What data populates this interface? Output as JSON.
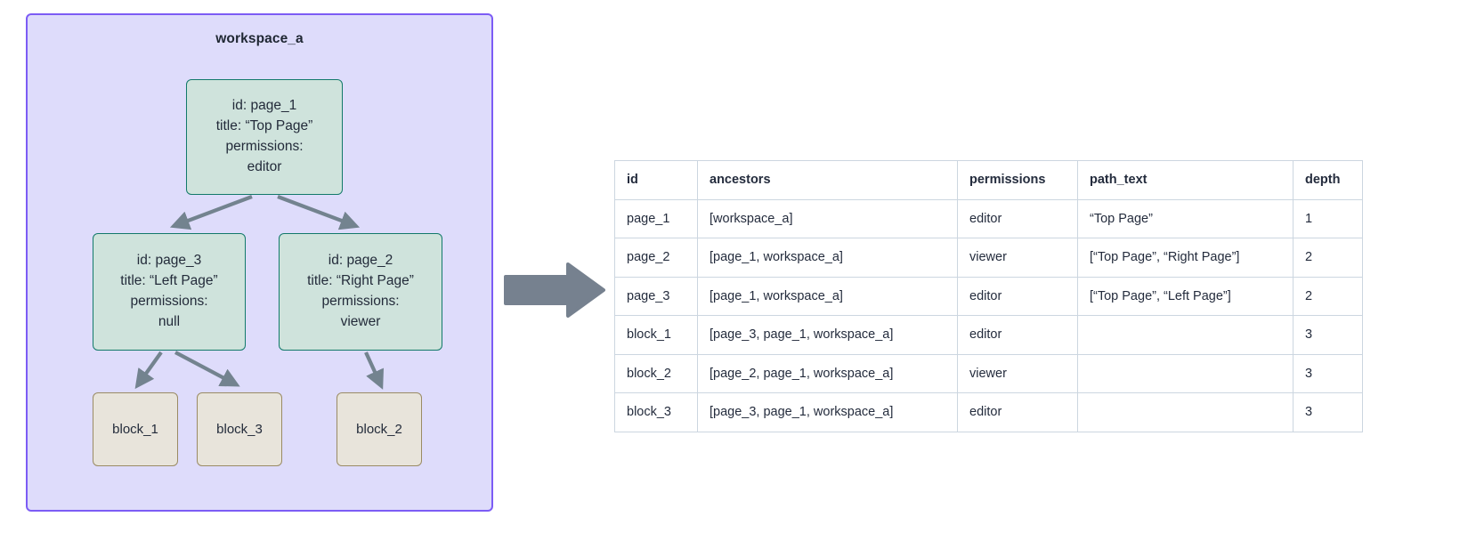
{
  "workspace": {
    "title": "workspace_a",
    "border_color": "#7c5cf5",
    "fill_color": "#dedcfb",
    "nodes": [
      {
        "key": "page_1",
        "type": "page",
        "lines": [
          "id: page_1",
          "title: “Top Page”",
          "permissions:",
          "editor"
        ]
      },
      {
        "key": "page_3",
        "type": "page",
        "lines": [
          "id: page_3",
          "title: “Left Page”",
          "permissions:",
          "null"
        ]
      },
      {
        "key": "page_2",
        "type": "page",
        "lines": [
          "id: page_2",
          "title: “Right Page”",
          "permissions:",
          "viewer"
        ]
      },
      {
        "key": "block_1",
        "type": "block",
        "lines": [
          "block_1"
        ]
      },
      {
        "key": "block_3",
        "type": "block",
        "lines": [
          "block_3"
        ]
      },
      {
        "key": "block_2",
        "type": "block",
        "lines": [
          "block_2"
        ]
      }
    ],
    "edges": [
      {
        "from": "page_1",
        "to": "page_3"
      },
      {
        "from": "page_1",
        "to": "page_2"
      },
      {
        "from": "page_3",
        "to": "block_1"
      },
      {
        "from": "page_3",
        "to": "block_3"
      },
      {
        "from": "page_2",
        "to": "block_2"
      }
    ],
    "page_node_colors": {
      "fill": "#cfe3dc",
      "border": "#12796a"
    },
    "block_node_colors": {
      "fill": "#e8e4db",
      "border": "#9a8b64"
    },
    "edge_color": "#73838f"
  },
  "transition": {
    "icon": "right-arrow-icon",
    "color": "#76818f"
  },
  "table": {
    "columns": [
      "id",
      "ancestors",
      "permissions",
      "path_text",
      "depth"
    ],
    "rows": [
      {
        "id": "page_1",
        "ancestors": "[workspace_a]",
        "permissions": "editor",
        "path_text": "“Top Page”",
        "depth": "1"
      },
      {
        "id": "page_2",
        "ancestors": "[page_1, workspace_a]",
        "permissions": "viewer",
        "path_text": "[“Top Page”, “Right Page”]",
        "depth": "2"
      },
      {
        "id": "page_3",
        "ancestors": "[page_1, workspace_a]",
        "permissions": "editor",
        "path_text": "[“Top Page”, “Left Page”]",
        "depth": "2"
      },
      {
        "id": "block_1",
        "ancestors": "[page_3, page_1, workspace_a]",
        "permissions": "editor",
        "path_text": "",
        "depth": "3"
      },
      {
        "id": "block_2",
        "ancestors": "[page_2, page_1, workspace_a]",
        "permissions": "viewer",
        "path_text": "",
        "depth": "3"
      },
      {
        "id": "block_3",
        "ancestors": "[page_3, page_1, workspace_a]",
        "permissions": "editor",
        "path_text": "",
        "depth": "3"
      }
    ]
  }
}
